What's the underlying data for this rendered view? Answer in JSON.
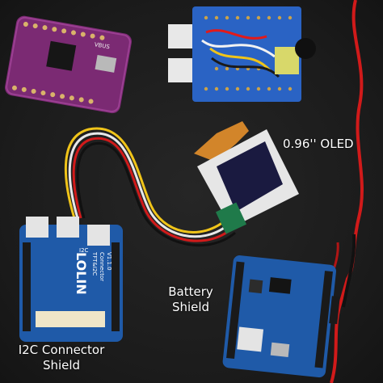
{
  "captions": {
    "oled": "0.96'' OLED",
    "battery_line1": "Battery",
    "battery_line2": "Shield",
    "i2c_line1": "I2C Connector",
    "i2c_line2": "Shield"
  },
  "board_text": {
    "i2c_brand": "LOLIN",
    "i2c_model": "TFT&I2C",
    "i2c_model2": "Connector",
    "i2c_version": "V1.1.0",
    "i2c_port_label": "I2C",
    "purple_vbus": "VBUS"
  },
  "colors": {
    "background": "#1c1c1c",
    "purple_board": "#7b2a73",
    "blue_board": "#1f5aa8",
    "protoboard": "#2a63c4",
    "oled_screen": "#1a1a40",
    "wire_red": "#d11a1a"
  }
}
